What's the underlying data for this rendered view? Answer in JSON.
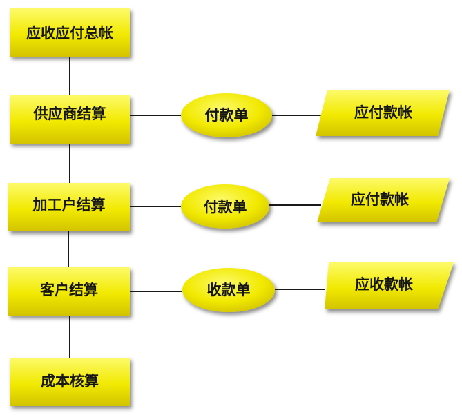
{
  "diagram": {
    "colors": {
      "fill_light": "#fdfa6a",
      "fill_main": "#f1e900",
      "fill_dark": "#d2c300",
      "connector": "#1a1a1a",
      "text": "#151515"
    },
    "nodes": {
      "summary": "应收应付总帐",
      "supplier": "供应商结算",
      "processor": "加工户结算",
      "customer": "客户结算",
      "cost": "成本核算",
      "payment_voucher_1": "付款单",
      "payment_voucher_2": "付款单",
      "receipt_voucher": "收款单",
      "payable_account_1": "应付款帐",
      "payable_account_2": "应付款帐",
      "receivable_account": "应收款帐"
    }
  }
}
